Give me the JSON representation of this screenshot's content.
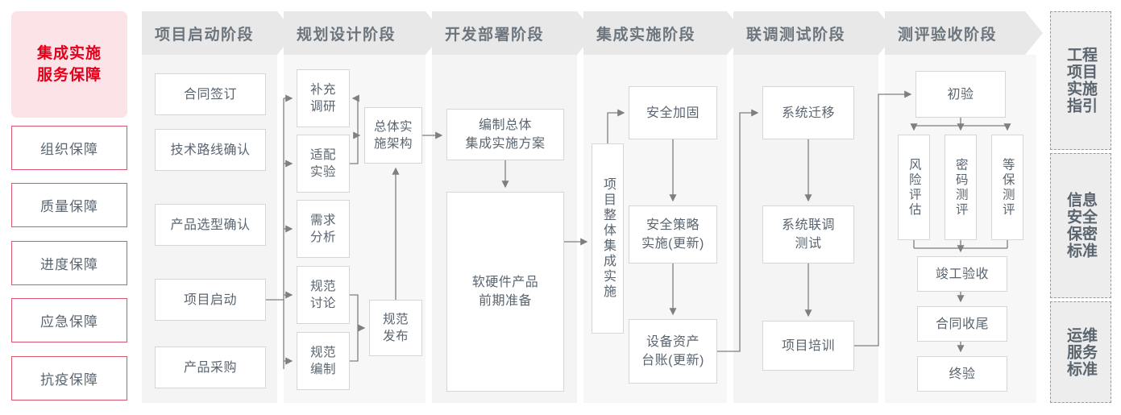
{
  "left_panel": {
    "title_lines": [
      "集成实施",
      "服务保障"
    ],
    "title_color": "#e2001a",
    "title_bg": "#fbe3e8",
    "border_color": "#d9566b",
    "items": [
      {
        "label": "组织保障"
      },
      {
        "label": "质量保障"
      },
      {
        "label": "进度保障"
      },
      {
        "label": "应急保障"
      },
      {
        "label": "抗疫保障"
      }
    ]
  },
  "phases": [
    {
      "id": "phase-start",
      "header": "项目启动阶段",
      "nodes": [
        {
          "id": "contract-sign",
          "label": "合同签订"
        },
        {
          "id": "tech-route",
          "label": "技术路线确认"
        },
        {
          "id": "product-select",
          "label": "产品选型确认"
        },
        {
          "id": "project-kickoff",
          "label": "项目启动"
        },
        {
          "id": "product-purchase",
          "label": "产品采购"
        }
      ]
    },
    {
      "id": "phase-planning",
      "header": "规划设计阶段",
      "nodes": [
        {
          "id": "supplement-research",
          "label": "补充\n调研"
        },
        {
          "id": "adapt-experiment",
          "label": "适配\n实验"
        },
        {
          "id": "requirement-analysis",
          "label": "需求\n分析"
        },
        {
          "id": "spec-discussion",
          "label": "规范\n讨论"
        },
        {
          "id": "spec-drafting",
          "label": "规范\n编制"
        },
        {
          "id": "overall-architecture",
          "label": "总体实\n施架构"
        },
        {
          "id": "spec-release",
          "label": "规范\n发布"
        }
      ]
    },
    {
      "id": "phase-dev",
      "header": "开发部署阶段",
      "nodes": [
        {
          "id": "compile-overall-plan",
          "label": "编制总体\n集成实施方案"
        },
        {
          "id": "hw-sw-prep",
          "label": "软硬件产品\n前期准备"
        }
      ]
    },
    {
      "id": "phase-integration",
      "header": "集成实施阶段",
      "nodes": [
        {
          "id": "overall-integration",
          "label": "项目整体集成实施"
        },
        {
          "id": "security-hardening",
          "label": "安全加固"
        },
        {
          "id": "security-policy",
          "label": "安全策略\n实施(更新)"
        },
        {
          "id": "asset-ledger",
          "label": "设备资产\n台账(更新)"
        }
      ]
    },
    {
      "id": "phase-jointtest",
      "header": "联调测试阶段",
      "nodes": [
        {
          "id": "system-migration",
          "label": "系统迁移"
        },
        {
          "id": "system-joint-test",
          "label": "系统联调\n测试"
        },
        {
          "id": "project-training",
          "label": "项目培训"
        }
      ]
    },
    {
      "id": "phase-acceptance",
      "header": "测评验收阶段",
      "nodes": [
        {
          "id": "initial-acceptance",
          "label": "初验"
        },
        {
          "id": "risk-assessment",
          "label": "风险评估"
        },
        {
          "id": "crypto-evaluation",
          "label": "密码测评"
        },
        {
          "id": "grade-evaluation",
          "label": "等保测评"
        },
        {
          "id": "completion-acceptance",
          "label": "竣工验收"
        },
        {
          "id": "contract-closure",
          "label": "合同收尾"
        },
        {
          "id": "final-acceptance",
          "label": "终验"
        }
      ]
    }
  ],
  "right_panel": {
    "items": [
      {
        "id": "engineering-guide",
        "col_right": "程目施引",
        "col_left": "工项实指",
        "full": "工程项目实施指引"
      },
      {
        "id": "security-standard",
        "col_right": "息全密准",
        "col_left": "信安保标",
        "full": "信息安全保密标准"
      },
      {
        "id": "ops-standard",
        "col_right": "维务准",
        "col_left": "运服标",
        "full": "运维服务标准"
      }
    ]
  },
  "theme": {
    "node_border": "#d6d6d6",
    "node_text": "#5a6570",
    "header_bg": "#e8e8e8",
    "header_text": "#6c757d",
    "column_bg": "#f4f4f4",
    "wire_color": "#7f7f7f"
  }
}
